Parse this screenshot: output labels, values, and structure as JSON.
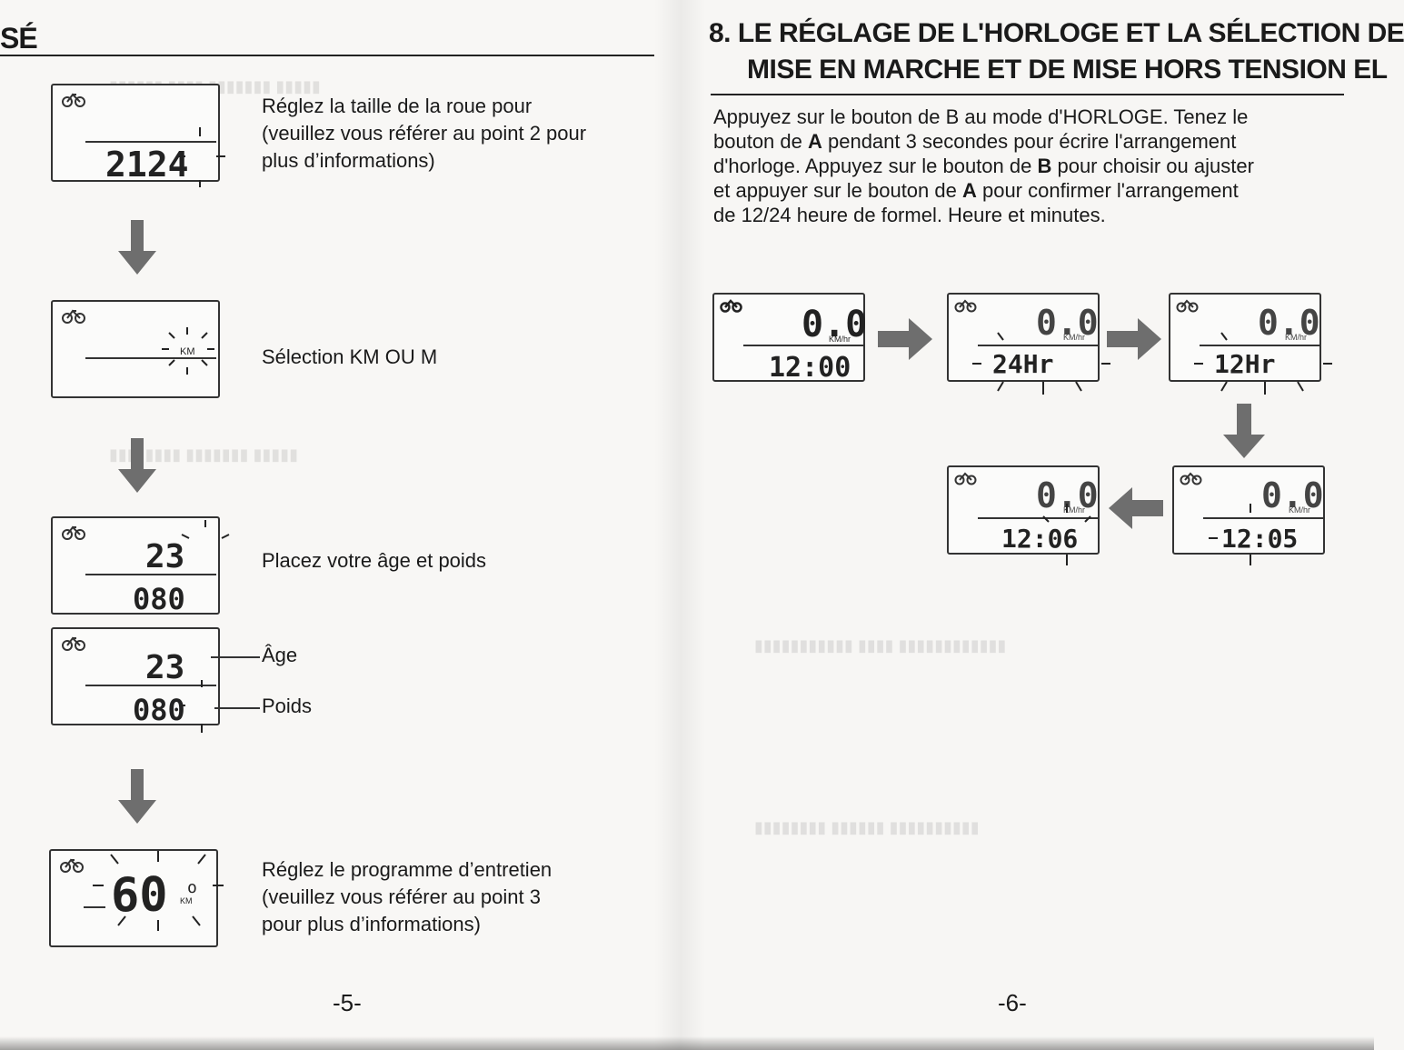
{
  "left_page": {
    "header_fragment": "SÉ",
    "steps": [
      {
        "lines": [
          "Réglez la taille de la roue pour",
          "(veuillez vous référer au point 2 pour",
          " plus d’informations)"
        ],
        "lcd_value": "2124"
      },
      {
        "lines": [
          "Sélection KM OU M"
        ],
        "lcd_unit": "KM"
      },
      {
        "lines": [
          "Placez votre âge et poids"
        ],
        "lcd_top": "23",
        "lcd_bottom": "080"
      },
      {
        "lcd_top": "23",
        "lcd_bottom": "080",
        "label_age": "Âge",
        "label_weight": "Poids"
      },
      {
        "lines": [
          "Réglez le programme d’entretien",
          "(veuillez vous référer au point 3",
          "pour plus d’informations)"
        ],
        "lcd_value": "60"
      }
    ],
    "page_number": "-5-"
  },
  "right_page": {
    "title_lines": [
      "8. LE RÉGLAGE DE L'HORLOGE ET LA SÉLECTION DE",
      "MISE EN MARCHE ET  DE MISE HORS TENSION EL"
    ],
    "body_lines": [
      [
        {
          "t": "Appuyez sur le bouton de B au mode d'HORLOGE. Tenez le",
          "b": false
        }
      ],
      [
        {
          "t": "bouton de ",
          "b": false
        },
        {
          "t": "A",
          "b": true
        },
        {
          "t": " pendant 3 secondes pour écrire    l'arrangement",
          "b": false
        }
      ],
      [
        {
          "t": "d'horloge. Appuyez sur le bouton de ",
          "b": false
        },
        {
          "t": "B",
          "b": true
        },
        {
          "t": " pour choisir ou ajuster",
          "b": false
        }
      ],
      [
        {
          "t": "et appuyer sur le bouton de ",
          "b": false
        },
        {
          "t": "A",
          "b": true
        },
        {
          "t": " pour confirmer l'arrangement",
          "b": false
        }
      ],
      [
        {
          "t": "de 12/24 heure de formel. Heure et minutes.",
          "b": false
        }
      ]
    ],
    "displays": [
      {
        "speed": "0.0",
        "unit": "KM/hr",
        "bottom": "12:00"
      },
      {
        "speed": "0.0",
        "unit": "KM/hr",
        "bottom": "24Hr"
      },
      {
        "speed": "0.0",
        "unit": "KM/hr",
        "bottom": "12Hr"
      },
      {
        "speed": "0.0",
        "unit": "KM/hr",
        "bottom": "12:06"
      },
      {
        "speed": "0.0",
        "unit": "KM/hr",
        "bottom": "12:05"
      }
    ],
    "page_number": "-6-"
  },
  "colors": {
    "paper_left": "#f8f7f5",
    "paper_right": "#f6f5f3",
    "ink": "#1a1a1a",
    "arrow_gray": "#6e6e6e"
  },
  "icons": [
    "bicycle-icon",
    "arrow-down-icon",
    "arrow-right-icon",
    "arrow-left-icon"
  ]
}
